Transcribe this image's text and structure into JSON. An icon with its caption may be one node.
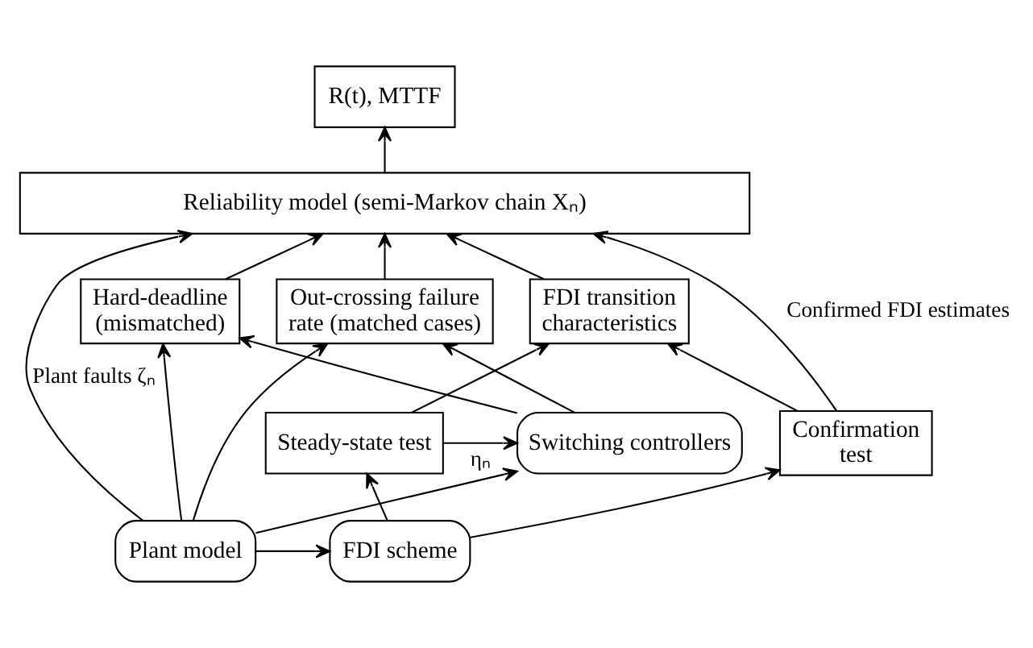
{
  "diagram": {
    "nodes": [
      {
        "text": [
          "R(t), MTTF"
        ]
      },
      {
        "text": [
          "Reliability model (semi-Markov chain Xₙ)"
        ]
      },
      {
        "text": [
          "Out-crossing failure rate (matched cases)"
        ]
      },
      {
        "text": [
          "Hard-deadline (mismatched)"
        ]
      },
      {
        "text": [
          "FDI transition characteristics"
        ]
      },
      {
        "text": [
          "Switching controllers"
        ]
      },
      {
        "text": [
          "Steady-state test"
        ]
      },
      {
        "text": [
          "Confirmation test"
        ]
      },
      {
        "text": [
          "Plant model"
        ]
      },
      {
        "text": [
          "FDI scheme"
        ]
      }
    ],
    "edges": [
      {
        "from": 1,
        "to": 0,
        "arrow": "to"
      },
      {
        "from": 8,
        "to": 1,
        "arrow": "to",
        "label": "Plant faults ζₙ"
      },
      {
        "from": 2,
        "to": 1,
        "arrow": "to"
      },
      {
        "from": 3,
        "to": 1,
        "arrow": "to"
      },
      {
        "from": 4,
        "to": 1,
        "arrow": "to"
      },
      {
        "from": 7,
        "to": 1,
        "arrow": "to",
        "label": "Confirmed FDI estimates"
      },
      {
        "from": 8,
        "to": 2,
        "arrow": "to"
      },
      {
        "from": 5,
        "to": 2,
        "arrow": "to"
      },
      {
        "from": 5,
        "to": 3,
        "arrow": "to"
      },
      {
        "from": 8,
        "to": 3,
        "arrow": "to"
      },
      {
        "from": 8,
        "to": 5,
        "arrow": "to"
      },
      {
        "from": 6,
        "to": 5,
        "arrow": "to",
        "label": "ηₙ"
      },
      {
        "from": 6,
        "to": 4,
        "arrow": "to"
      },
      {
        "from": 7,
        "to": 4,
        "arrow": "to"
      },
      {
        "from": 9,
        "to": 6,
        "arrow": "to"
      },
      {
        "from": 9,
        "to": 7,
        "arrow": "to"
      },
      {
        "from": 8,
        "to": 9,
        "arrow": "to"
      }
    ]
  }
}
